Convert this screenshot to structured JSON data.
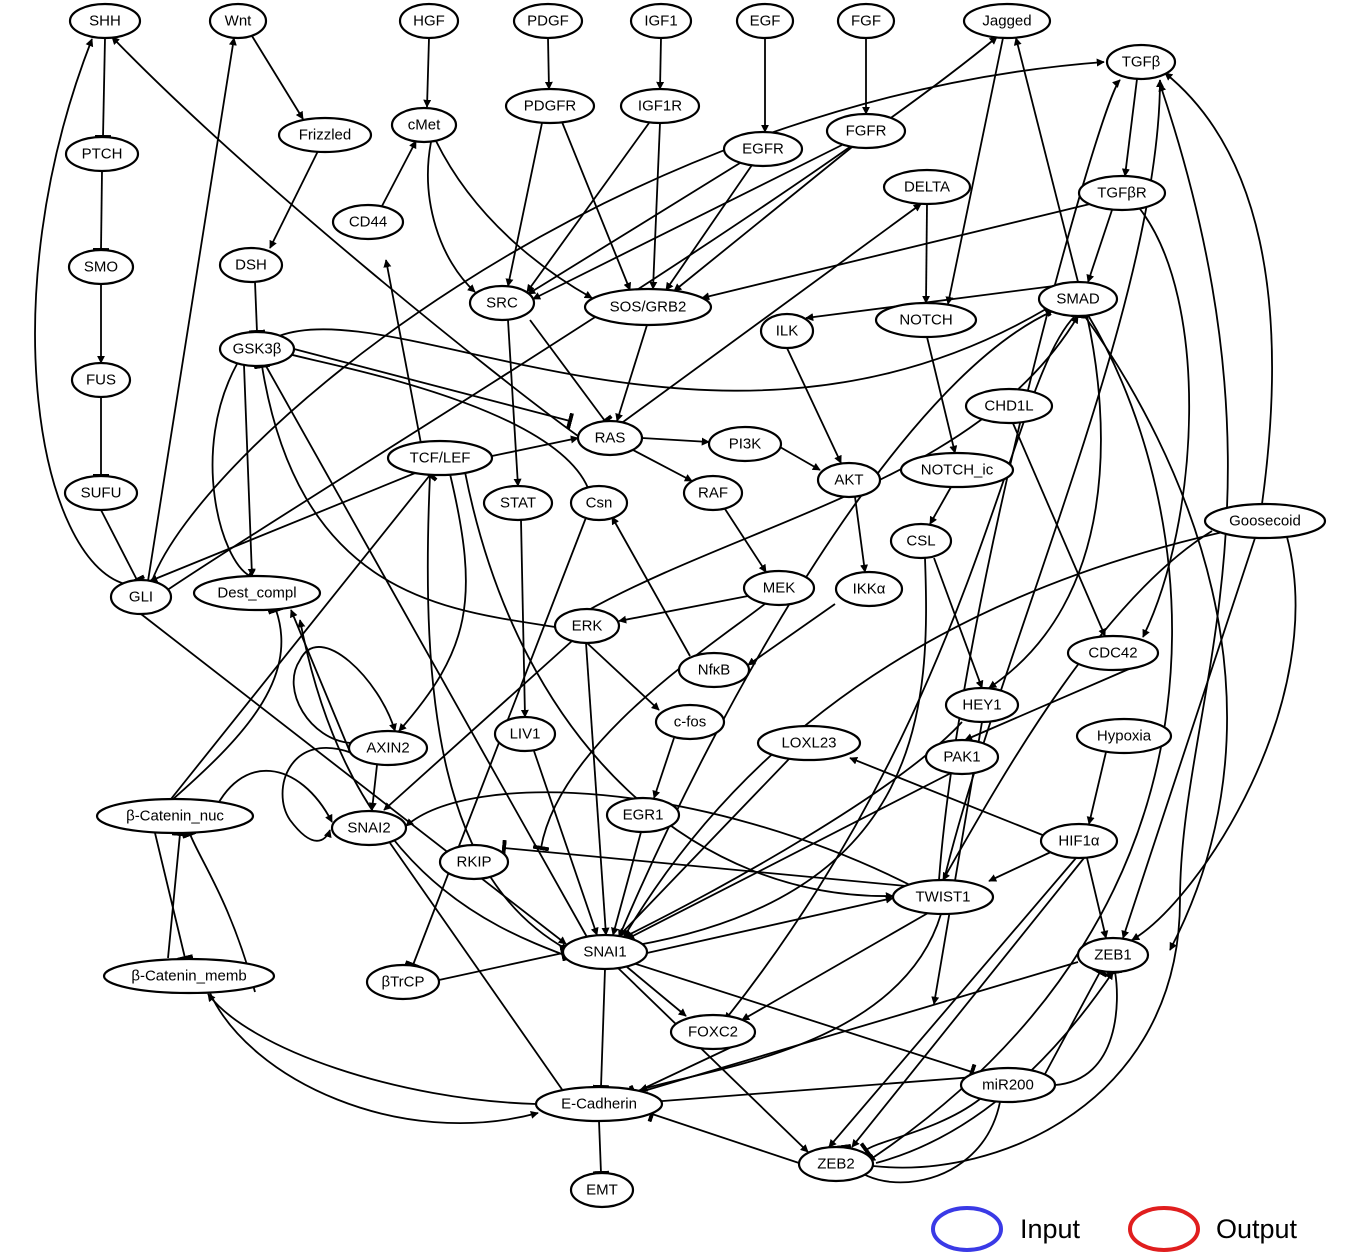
{
  "nodes": {
    "shh": "SHH",
    "wnt": "Wnt",
    "hgf": "HGF",
    "pdgf": "PDGF",
    "igf1": "IGF1",
    "egf": "EGF",
    "fgf": "FGF",
    "jagged": "Jagged",
    "tgfb": "TGFβ",
    "ptch": "PTCH",
    "frizzled": "Frizzled",
    "cmet": "cMet",
    "pdgfr": "PDGFR",
    "igf1r": "IGF1R",
    "fgfr": "FGFR",
    "egfr": "EGFR",
    "tgfbr": "TGFβR",
    "delta": "DELTA",
    "cd44": "CD44",
    "smo": "SMO",
    "dsh": "DSH",
    "src": "SRC",
    "sosgrb2": "SOS/GRB2",
    "smad": "SMAD",
    "ilk": "ILK",
    "notch": "NOTCH",
    "gsk3b": "GSK3β",
    "fus": "FUS",
    "chd1l": "CHD1L",
    "ras": "RAS",
    "pi3k": "PI3K",
    "tcflef": "TCF/LEF",
    "notchic": "NOTCH_ic",
    "sufu": "SUFU",
    "akt": "AKT",
    "raf": "RAF",
    "stat": "STAT",
    "csn": "Csn",
    "goosecoid": "Goosecoid",
    "csl": "CSL",
    "gli": "GLI",
    "destcompl": "Dest_compl",
    "mek": "MEK",
    "ikka": "IKKα",
    "erk": "ERK",
    "cdc42": "CDC42",
    "nfkb": "NfκB",
    "hey1": "HEY1",
    "axin2": "AXIN2",
    "liv1": "LIV1",
    "cfos": "c-fos",
    "loxl23": "LOXL23",
    "hypoxia": "Hypoxia",
    "pak1": "PAK1",
    "bcatnuc": "β-Catenin_nuc",
    "snai2": "SNAI2",
    "egr1": "EGR1",
    "hif1a": "HIF1α",
    "rkip": "RKIP",
    "twist1": "TWIST1",
    "snai1": "SNAI1",
    "zeb1": "ZEB1",
    "bcatmemb": "β-Catenin_memb",
    "btrcp": "βTrCP",
    "foxc2": "FOXC2",
    "mir200": "miR200",
    "ecadherin": "E-Cadherin",
    "zeb2": "ZEB2",
    "emt": "EMT"
  },
  "legend": {
    "input_label": "Input",
    "output_label": "Output"
  },
  "colors": {
    "input": "#3a3ae6",
    "output": "#e01e1e",
    "default": "#000000"
  }
}
